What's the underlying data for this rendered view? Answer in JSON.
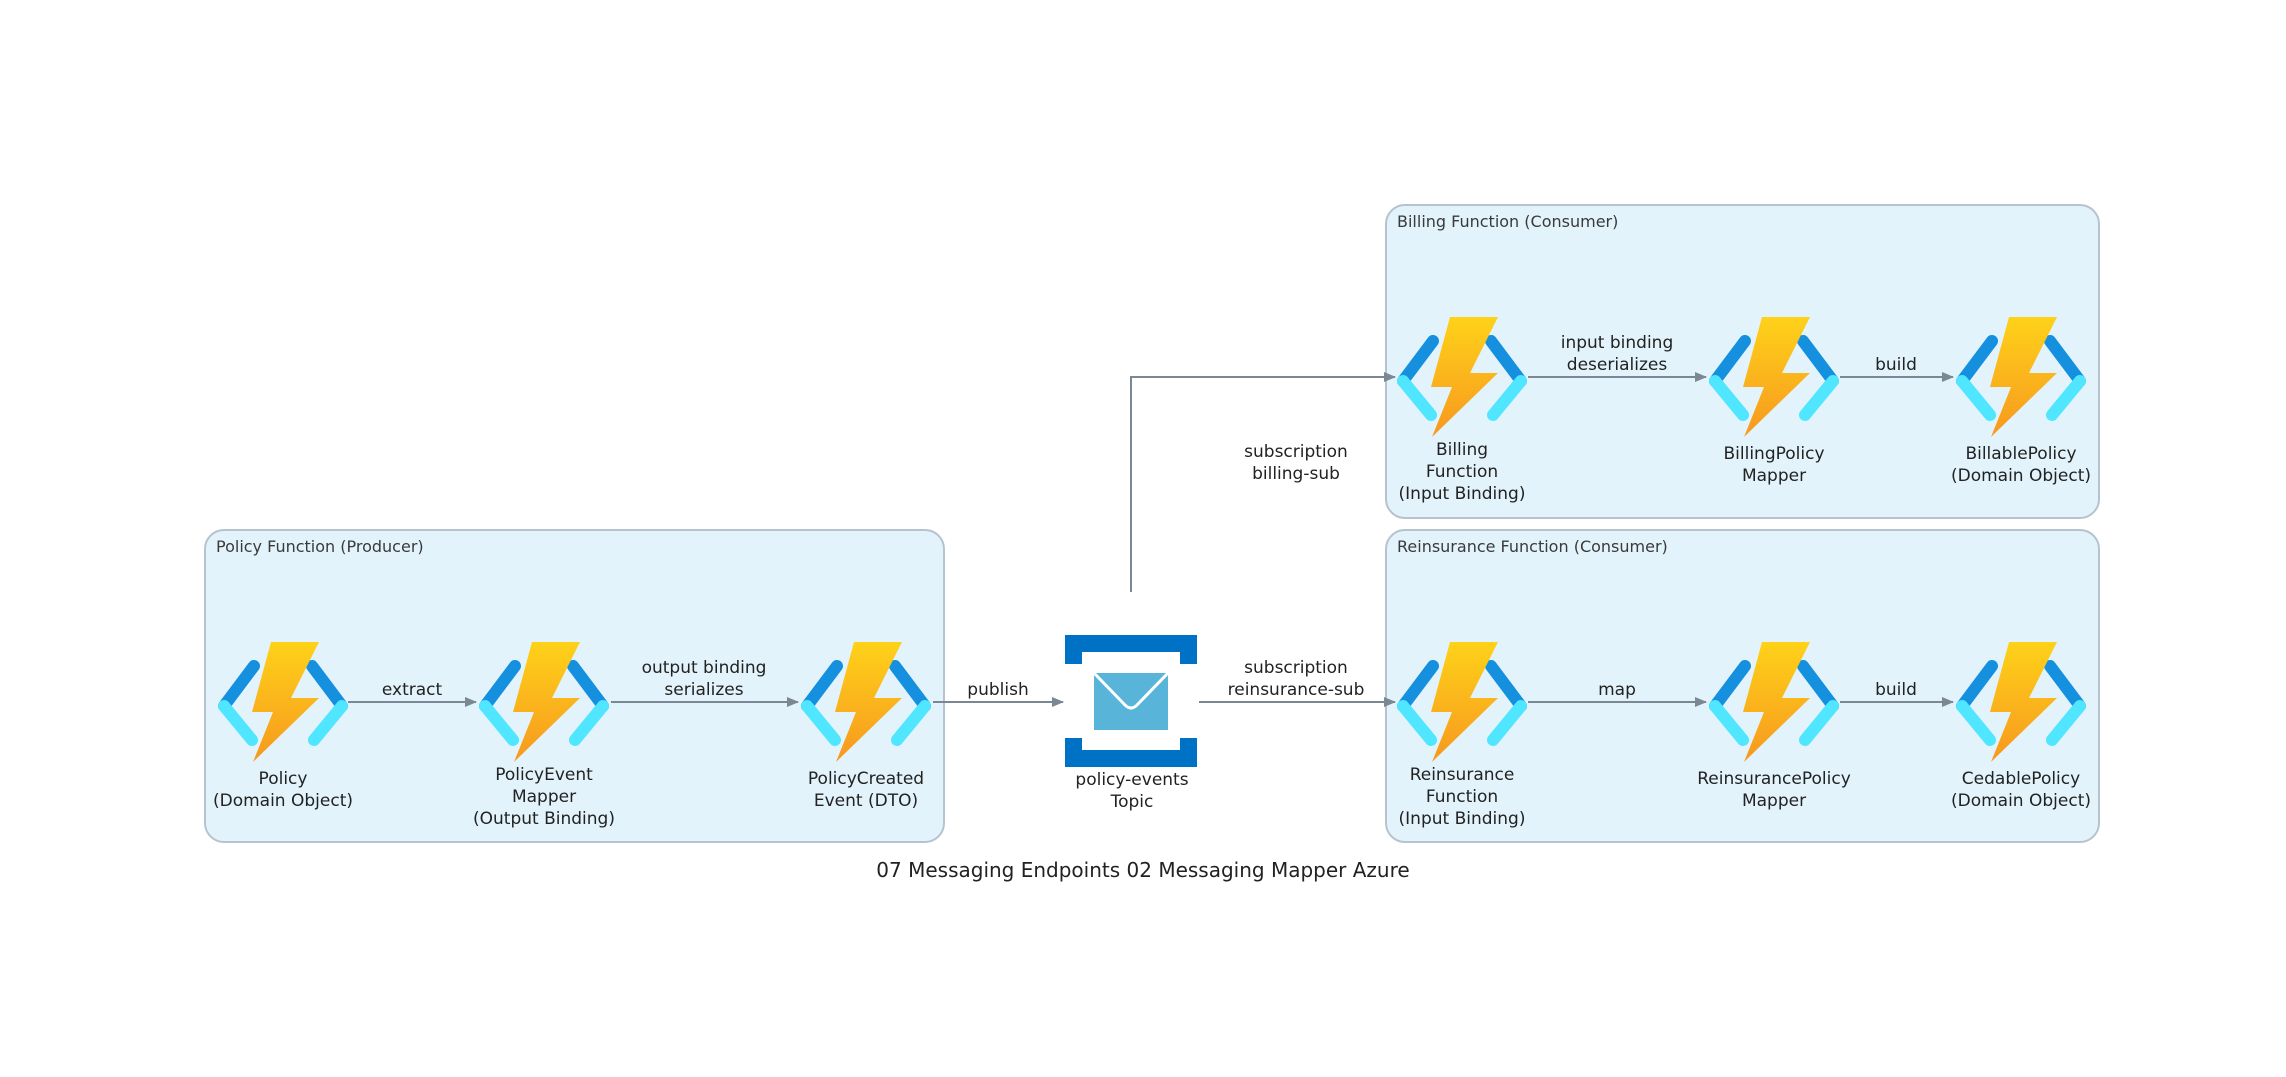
{
  "diagram": {
    "title": "07 Messaging Endpoints 02 Messaging Mapper Azure",
    "clusters": [
      {
        "id": "policy",
        "title": "Policy Function (Producer)"
      },
      {
        "id": "billing",
        "title": "Billing Function (Consumer)"
      },
      {
        "id": "reinsurance",
        "title": "Reinsurance Function (Consumer)"
      }
    ],
    "nodes": {
      "policy": {
        "label": "Policy\n(Domain Object)",
        "icon": "azure-function-icon"
      },
      "policy_event_mapper": {
        "label": "PolicyEvent\nMapper\n(Output Binding)",
        "icon": "azure-function-icon"
      },
      "policy_created_event": {
        "label": "PolicyCreated\nEvent (DTO)",
        "icon": "azure-function-icon"
      },
      "topic": {
        "label": "policy-events\nTopic",
        "icon": "service-bus-topic-icon"
      },
      "billing_function": {
        "label": "Billing\nFunction\n(Input Binding)",
        "icon": "azure-function-icon"
      },
      "billing_policy_mapper": {
        "label": "BillingPolicy\nMapper",
        "icon": "azure-function-icon"
      },
      "billable_policy": {
        "label": "BillablePolicy\n(Domain Object)",
        "icon": "azure-function-icon"
      },
      "reinsurance_function": {
        "label": "Reinsurance\nFunction\n(Input Binding)",
        "icon": "azure-function-icon"
      },
      "reinsurance_policy_mapper": {
        "label": "ReinsurancePolicy\nMapper",
        "icon": "azure-function-icon"
      },
      "cedable_policy": {
        "label": "CedablePolicy\n(Domain Object)",
        "icon": "azure-function-icon"
      }
    },
    "edges": [
      {
        "from": "policy",
        "to": "policy_event_mapper",
        "label": "extract"
      },
      {
        "from": "policy_event_mapper",
        "to": "policy_created_event",
        "label": "output binding\nserializes"
      },
      {
        "from": "policy_created_event",
        "to": "topic",
        "label": "publish"
      },
      {
        "from": "topic",
        "to": "billing_function",
        "label": "subscription\nbilling-sub"
      },
      {
        "from": "topic",
        "to": "reinsurance_function",
        "label": "subscription\nreinsurance-sub"
      },
      {
        "from": "billing_function",
        "to": "billing_policy_mapper",
        "label": "input binding\ndeserializes"
      },
      {
        "from": "billing_policy_mapper",
        "to": "billable_policy",
        "label": "build"
      },
      {
        "from": "reinsurance_function",
        "to": "reinsurance_policy_mapper",
        "label": "map"
      },
      {
        "from": "reinsurance_policy_mapper",
        "to": "cedable_policy",
        "label": "build"
      }
    ],
    "colors": {
      "cluster_fill": "#e3f3fb",
      "cluster_border": "#b6c3cf",
      "edge": "#7b8894",
      "bracket_dark": "#1490df",
      "bracket_light": "#50e6ff",
      "bolt_top": "#fed219",
      "bolt_bottom": "#f7981f",
      "topic_blue": "#0072c6",
      "envelope": "#59b4d9"
    }
  }
}
